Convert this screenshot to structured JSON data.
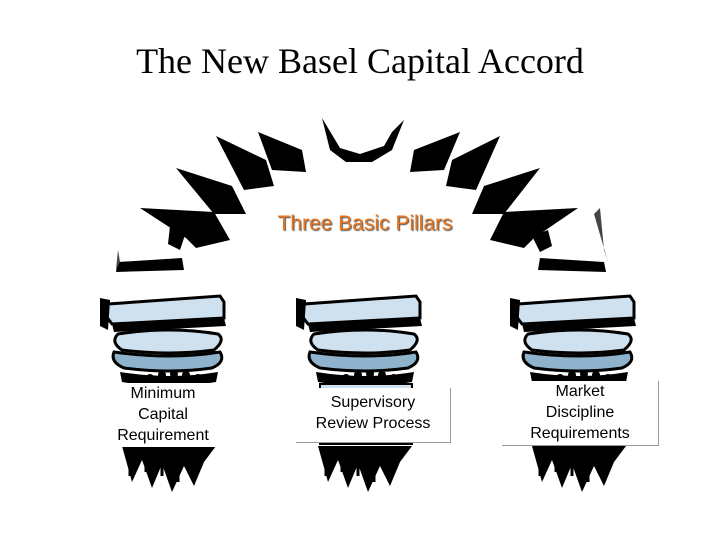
{
  "title": "The New Basel Capital Accord",
  "arch_label": "Three Basic Pillars",
  "pillars": [
    {
      "label": "Minimum\nCapital\nRequirement"
    },
    {
      "label": "Supervisory\nReview Process"
    },
    {
      "label": "Market\nDiscipline\nRequirements"
    }
  ],
  "colors": {
    "arch_label": "#e8761e",
    "pillar_fill": "#cfe1ee",
    "pillar_shade": "#8fb3cc",
    "outline": "#000000"
  }
}
